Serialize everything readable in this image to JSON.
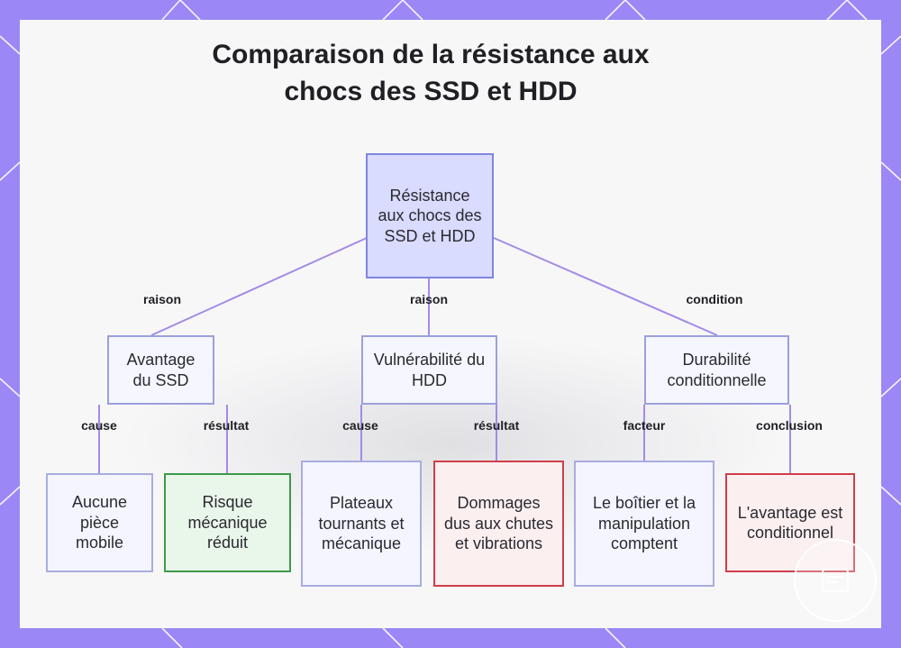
{
  "title": "Comparaison de la résistance aux chocs des SSD et HDD",
  "nodes": {
    "root": "Résistance aux chocs des SSD et HDD",
    "ssd_advantage": "Avantage du SSD",
    "hdd_vulnerability": "Vulnérabilité du HDD",
    "conditional_durability": "Durabilité conditionnelle",
    "no_moving_part": "Aucune pièce mobile",
    "reduced_risk": "Risque mécanique réduit",
    "spinning_platters": "Plateaux tournants et mécanique",
    "drop_damage": "Dommages dus aux chutes et vibrations",
    "case_handling": "Le boîtier et la manipulation comptent",
    "conditional_advantage": "L'avantage est conditionnel"
  },
  "edge_labels": {
    "root_ssd": "raison",
    "root_hdd": "raison",
    "root_cond": "condition",
    "ssd_cause": "cause",
    "ssd_result": "résultat",
    "hdd_cause": "cause",
    "hdd_result": "résultat",
    "cond_factor": "facteur",
    "cond_conclusion": "conclusion"
  },
  "colors": {
    "background": "#9b87f5",
    "edge": "#a48be6",
    "root_fill": "#d9dbff",
    "positive_border": "#3d9a47",
    "negative_border": "#cf3e49"
  }
}
